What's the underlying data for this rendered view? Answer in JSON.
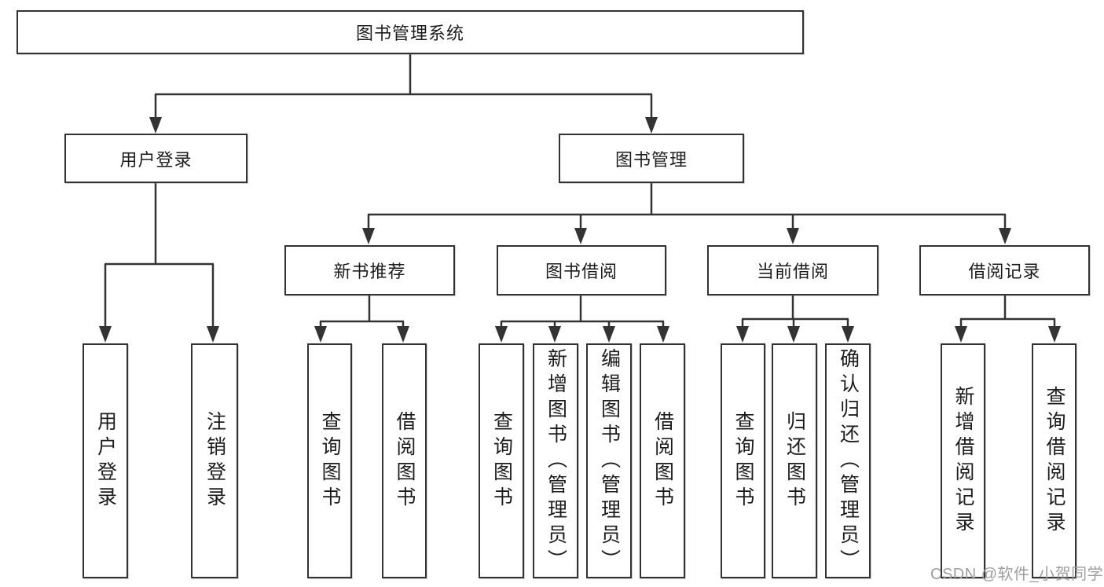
{
  "tree": {
    "label": "图书管理系统",
    "children": [
      {
        "label": "用户登录",
        "children": [
          {
            "label": "用户登录"
          },
          {
            "label": "注销登录"
          }
        ]
      },
      {
        "label": "图书管理",
        "children": [
          {
            "label": "新书推荐",
            "children": [
              {
                "label": "查询图书"
              },
              {
                "label": "借阅图书"
              }
            ]
          },
          {
            "label": "图书借阅",
            "children": [
              {
                "label": "查询图书"
              },
              {
                "label": "新增图书（管理员）"
              },
              {
                "label": "编辑图书（管理员）"
              },
              {
                "label": "借阅图书"
              }
            ]
          },
          {
            "label": "当前借阅",
            "children": [
              {
                "label": "查询图书"
              },
              {
                "label": "归还图书"
              },
              {
                "label": "确认归还（管理员）"
              }
            ]
          },
          {
            "label": "借阅记录",
            "children": [
              {
                "label": "新增借阅记录"
              },
              {
                "label": "查询借阅记录"
              }
            ]
          }
        ]
      }
    ]
  },
  "watermark": "CSDN @软件_小贺同学",
  "colors": {
    "line": "#333333",
    "box_border": "#333333",
    "box_background": "#ffffff",
    "text": "#1c1c1c",
    "watermark": "#9e9e9e",
    "page_background": "#ffffff"
  }
}
